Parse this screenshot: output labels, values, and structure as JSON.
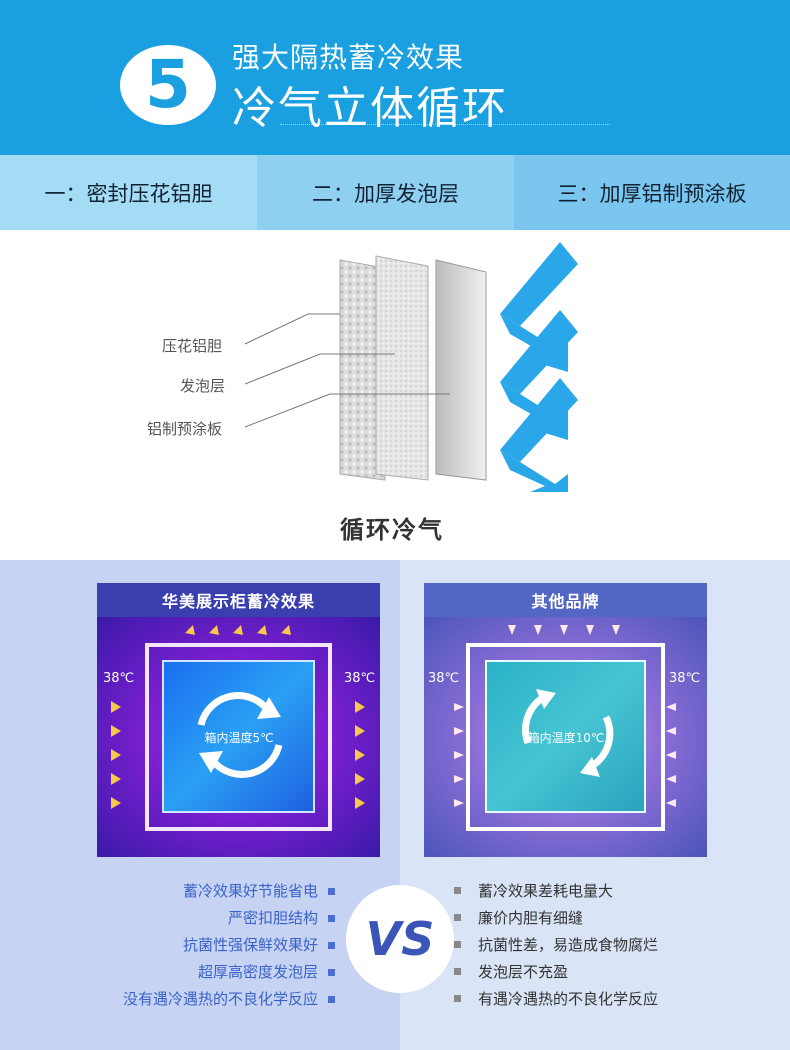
{
  "header": {
    "number": "5",
    "subtitle": "强大隔热蓄冷效果",
    "title": "冷气立体循环"
  },
  "tabs": [
    {
      "label": "一：密封压花铝胆"
    },
    {
      "label": "二：加厚发泡层"
    },
    {
      "label": "三：加厚铝制预涂板"
    }
  ],
  "diagram": {
    "labels": [
      "压花铝胆",
      "发泡层",
      "铝制预涂板"
    ],
    "caption": "循环冷气"
  },
  "compare": {
    "left_title": "华美展示柜蓄冷效果",
    "right_title": "其他品牌",
    "left_temp_out": "38℃",
    "right_temp_out": "38℃",
    "left_temp_in": "箱内温度5℃",
    "right_temp_in": "箱内温度10℃",
    "vs": "VS",
    "left_points": [
      "蓄冷效果好节能省电",
      "严密扣胆结构",
      "抗菌性强保鲜效果好",
      "超厚高密度发泡层",
      "没有遇冷遇热的不良化学反应"
    ],
    "right_points": [
      "蓄冷效果差耗电量大",
      "廉价内胆有细缝",
      "抗菌性差，易造成食物腐烂",
      "发泡层不充盈",
      "有遇冷遇热的不良化学反应"
    ]
  },
  "colors": {
    "brand_blue": "#1a9fe0",
    "arrow_blue": "#29a7e8"
  }
}
